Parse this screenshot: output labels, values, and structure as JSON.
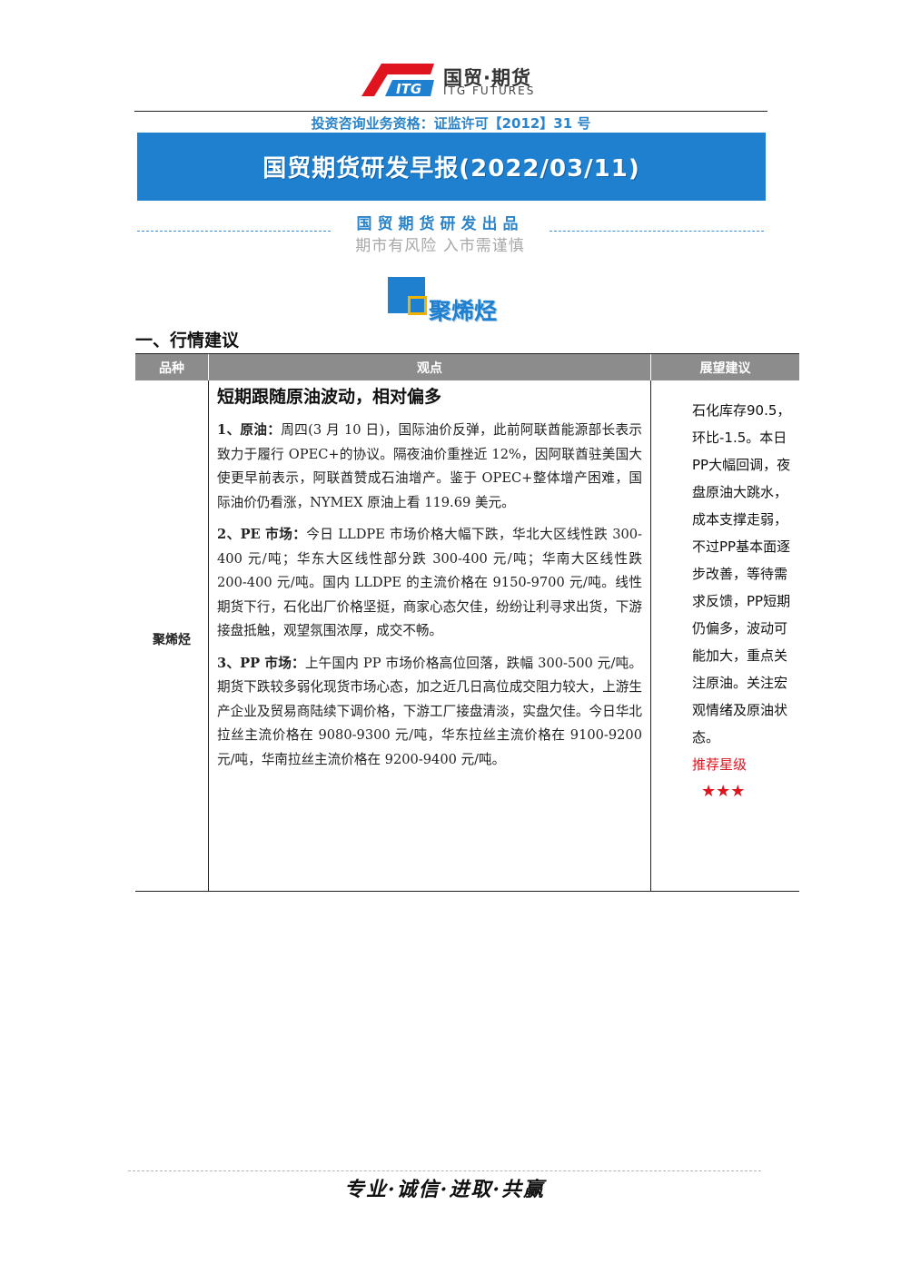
{
  "logo": {
    "mark_text": "ITG",
    "name_cn": "国贸·期货",
    "name_en": "ITG FUTURES"
  },
  "license": "投资咨询业务资格：证监许可【2012】31 号",
  "title": "国贸期货研发早报(2022/03/11)",
  "produced_by": "国贸期货研发出品",
  "risk_notice": "期市有风险 入市需谨慎",
  "section_title": "聚烯烃",
  "sub_heading": "一、行情建议",
  "table": {
    "headers": [
      "品种",
      "观点",
      "展望建议"
    ],
    "variety": "聚烯烃",
    "headline": "短期跟随原油波动，相对偏多",
    "paragraphs": [
      {
        "label": "1、原油：",
        "text": "周四(3 月 10 日)，国际油价反弹，此前阿联酋能源部长表示致力于履行 OPEC+的协议。隔夜油价重挫近 12%，因阿联酋驻美国大使更早前表示，阿联酋赞成石油增产。鉴于 OPEC+整体增产困难，国际油价仍看涨，NYMEX 原油上看 119.69 美元。"
      },
      {
        "label": "2、PE 市场：",
        "text": "今日 LLDPE 市场价格大幅下跌，华北大区线性跌 300-400 元/吨；华东大区线性部分跌 300-400 元/吨；华南大区线性跌 200-400 元/吨。国内 LLDPE 的主流价格在 9150-9700 元/吨。线性期货下行，石化出厂价格坚挺，商家心态欠佳，纷纷让利寻求出货，下游接盘抵触，观望氛围浓厚，成交不畅。"
      },
      {
        "label": "3、PP 市场：",
        "text": "上午国内 PP 市场价格高位回落，跌幅 300-500 元/吨。期货下跌较多弱化现货市场心态，加之近几日高位成交阻力较大，上游生产企业及贸易商陆续下调价格，下游工厂接盘清淡，实盘欠佳。今日华北拉丝主流价格在 9080-9300 元/吨，华东拉丝主流价格在 9100-9200 元/吨，华南拉丝主流价格在 9200-9400 元/吨。"
      }
    ],
    "advice": "石化库存90.5，环比-1.5。本日PP大幅回调，夜盘原油大跳水，成本支撑走弱，不过PP基本面逐步改善，等待需求反馈，PP短期仍偏多，波动可能加大，重点关注原油。关注宏观情绪及原油状态。",
    "rating_label": "推荐星级",
    "rating_stars": "★★★",
    "rating_value": 3
  },
  "footer_slogan": "专业·诚信·进取·共赢",
  "colors": {
    "brand_blue": "#1f80cf",
    "accent_yellow": "#f2b300",
    "logo_red": "#e0141e",
    "header_gray": "#8c8c8c",
    "rating_red": "#e0141e"
  }
}
